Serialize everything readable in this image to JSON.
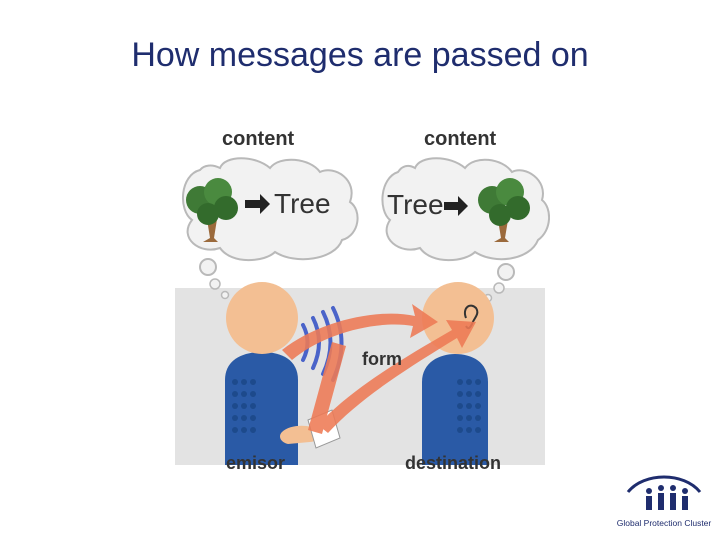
{
  "slide": {
    "title": "How messages are passed on"
  },
  "diagram": {
    "left_bubble": {
      "heading": "content",
      "word": "Tree"
    },
    "right_bubble": {
      "heading": "content",
      "word": "Tree"
    },
    "arrow_label": "form",
    "emitter_label": "emisor",
    "receiver_label": "destination"
  },
  "logo": {
    "text": "Global Protection Cluster"
  },
  "colors": {
    "title": "#1f2d6e",
    "panel": "#e3e3e3",
    "skin": "#f3bf93",
    "shirt": "#2a5aa6",
    "arrow": "#ee7a55",
    "wave": "#4a63c9",
    "tree_leaves": "#3f7a36",
    "trunk": "#9b6a3c"
  }
}
